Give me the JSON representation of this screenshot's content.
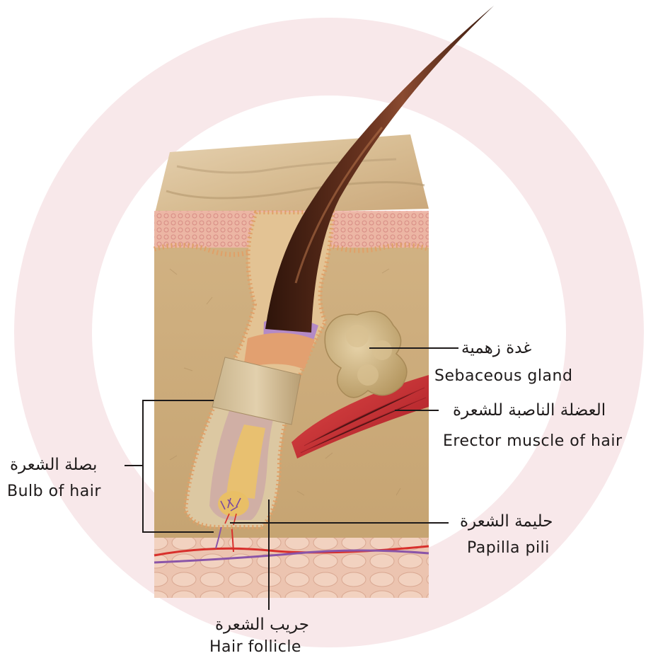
{
  "colors": {
    "background": "#ffffff",
    "watermark_arc": "#f8e8ea",
    "skin_surface": "#dcc39e",
    "dermis": "#ccab78",
    "epidermis_pink": "#e4a2a0",
    "hair_shaft": "#4a2414",
    "muscle": "#c0282e",
    "gland": "#c9b07e",
    "artery": "#d8302c",
    "vein": "#8a55a8",
    "leader_line": "#1e1a1a"
  },
  "labels": {
    "sebaceous_gland": {
      "ar": "غدة زهمية",
      "en": "Sebaceous gland"
    },
    "erector_muscle": {
      "ar": "العضلة الناصبة للشعرة",
      "en": "Erector muscle of hair"
    },
    "bulb": {
      "ar": "بصلة الشعرة",
      "en": "Bulb of hair"
    },
    "papilla": {
      "ar": "حليمة الشعرة",
      "en": "Papilla pili"
    },
    "follicle": {
      "ar": "جريب الشعرة",
      "en": "Hair follicle"
    }
  }
}
